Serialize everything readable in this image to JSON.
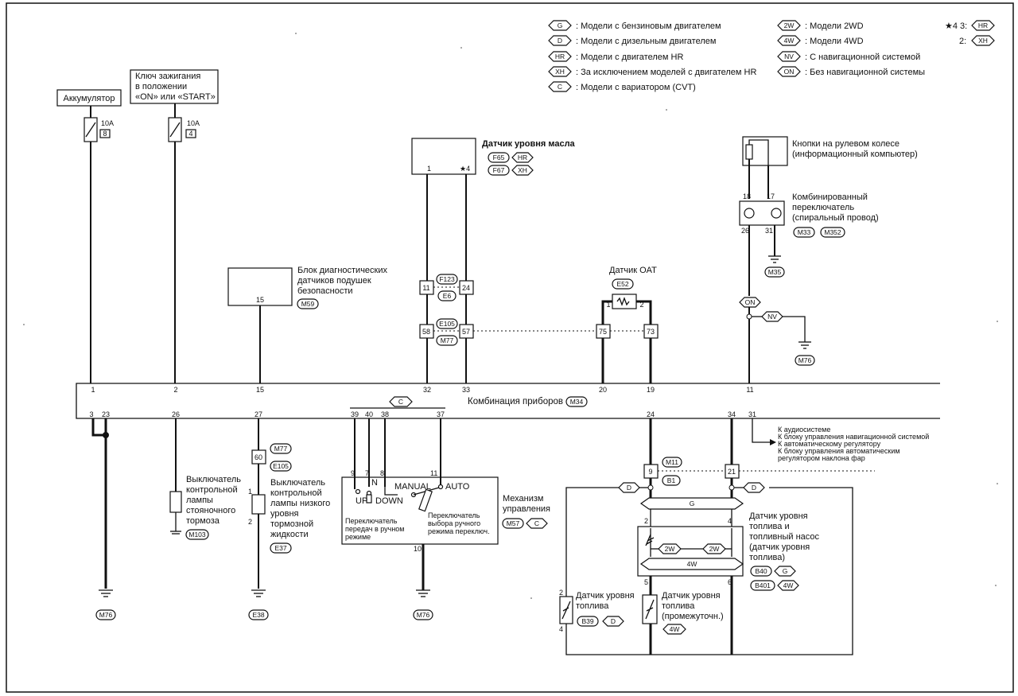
{
  "legend": {
    "items_left": [
      {
        "code": "G",
        "text": ": Модели с бензиновым двигателем"
      },
      {
        "code": "D",
        "text": ": Модели с дизельным двигателем"
      },
      {
        "code": "HR",
        "text": ": Модели с двигателем HR"
      },
      {
        "code": "XH",
        "text": ": За исключением моделей с двигателем HR"
      },
      {
        "code": "C",
        "text": ": Модели с вариатором (CVT)"
      }
    ],
    "items_right": [
      {
        "code": "2W",
        "text": ": Модели 2WD"
      },
      {
        "code": "4W",
        "text": ": Модели 4WD"
      },
      {
        "code": "NV",
        "text": ": С навигационной системой"
      },
      {
        "code": "ON",
        "text": ": Без  навигационной системы"
      }
    ],
    "star_note": {
      "line1_prefix": "★4 3:",
      "line1_code": "HR",
      "line2_prefix": "2:",
      "line2_code": "XH"
    }
  },
  "power": {
    "battery_label": "Аккумулятор",
    "ignition_label": [
      "Ключ зажигания",
      "в положении",
      "«ON» или «START»"
    ],
    "fuse1": {
      "rating": "10A",
      "number": "8"
    },
    "fuse2": {
      "rating": "10A",
      "number": "4"
    }
  },
  "oil_sensor": {
    "title": "Датчик уровня масла",
    "pins": [
      "1",
      "★4"
    ],
    "connectors": [
      {
        "code": "F65",
        "variant": "HR"
      },
      {
        "code": "F67",
        "variant": "XH"
      }
    ]
  },
  "airbag": {
    "title": [
      "Блок диагностических",
      "датчиков подушек",
      "безопасности"
    ],
    "pin": "15",
    "connector": "M59"
  },
  "junctions": {
    "upper_left": "11",
    "upper_right": "24",
    "upper_conn_top": "F123",
    "upper_conn_bottom": "E6",
    "lower_left": "58",
    "lower_right": "57",
    "lower_conn_top": "E105",
    "lower_conn_bottom": "M77",
    "oat_left": "75",
    "oat_right": "73"
  },
  "oat": {
    "title": "Датчик OAT",
    "connector": "E52",
    "pins": [
      "1",
      "2"
    ]
  },
  "steering": {
    "buttons_label": [
      "Кнопки на рулевом колесе",
      "(информационный компьютер)"
    ],
    "combo_label": [
      "Комбинированный",
      "переключатель",
      "(спиральный провод)"
    ],
    "pins_top": [
      "18",
      "17"
    ],
    "pins_bottom": [
      "26",
      "31"
    ],
    "connectors": [
      "M33",
      "M352"
    ],
    "ground": "M35",
    "on_tag": "ON",
    "nv_tag": "NV",
    "nv_ground": "M76"
  },
  "cluster": {
    "title": "Комбинация приборов",
    "connector": "M34",
    "pins_top": [
      "1",
      "2",
      "15",
      "32",
      "33",
      "20",
      "19",
      "11"
    ],
    "pins_bottom": [
      "3",
      "23",
      "26",
      "27",
      "39",
      "40",
      "38",
      "37",
      "24",
      "34",
      "31"
    ],
    "cvt_tag": "C"
  },
  "outputs_31": [
    "К аудиосистеме",
    "К блоку управления навигационной системой",
    "К автоматическому регулятору",
    "К блоку управления автоматическим",
    "регулятором наклона фар"
  ],
  "parking_brake": {
    "label": [
      "Выключатель",
      "контрольной",
      "лампы",
      "стояночного",
      "тормоза"
    ],
    "connector": "M103",
    "ground": "M76"
  },
  "brake_fluid": {
    "label": [
      "Выключатель",
      "контрольной",
      "лампы низкого",
      "уровня",
      "тормозной",
      "жидкости"
    ],
    "junction": "60",
    "conn_top": "M77",
    "conn_bottom": "E105",
    "pins": [
      "1",
      "2"
    ],
    "connector": "E37",
    "ground": "E38"
  },
  "shift": {
    "pins_top": [
      "9",
      "7",
      "8",
      "11"
    ],
    "n_label": "N",
    "manual_label": "MANUAL",
    "auto_label": "AUTO",
    "up_label": "UP",
    "down_label": "DOWN",
    "manual_switch_label": [
      "Переключатель",
      "передач в ручном",
      "режиме"
    ],
    "mode_switch_label": [
      "Переключатель",
      "выбора ручного",
      "режима переключ."
    ],
    "title": [
      "Механизм",
      "управления"
    ],
    "connector": "M57",
    "variant": "C",
    "pin_bottom": "10",
    "ground": "M76"
  },
  "fuel": {
    "junction_left": "9",
    "junction_right": "21",
    "conn_top": "M11",
    "conn_bottom": "B1",
    "d_tag": "D",
    "g_tag": "G",
    "2w_tag": "2W",
    "4w_tag": "4W",
    "pump_label": [
      "Датчик уровня",
      "топлива и",
      "топливный насос",
      "(датчик уровня",
      "топлива)"
    ],
    "pump_pins": [
      "2",
      "4",
      "5",
      "6"
    ],
    "pump_connectors": [
      {
        "code": "B40",
        "variant": "G"
      },
      {
        "code": "B401",
        "variant": "4W"
      }
    ],
    "sensor_label": [
      "Датчик уровня",
      "топлива"
    ],
    "sensor_pins": [
      "2",
      "4"
    ],
    "sensor_connector": "B39",
    "sensor_variant": "D",
    "mid_sensor_label": [
      "Датчик уровня",
      "топлива",
      "(промежуточн.)"
    ],
    "mid_sensor_variant": "4W"
  }
}
